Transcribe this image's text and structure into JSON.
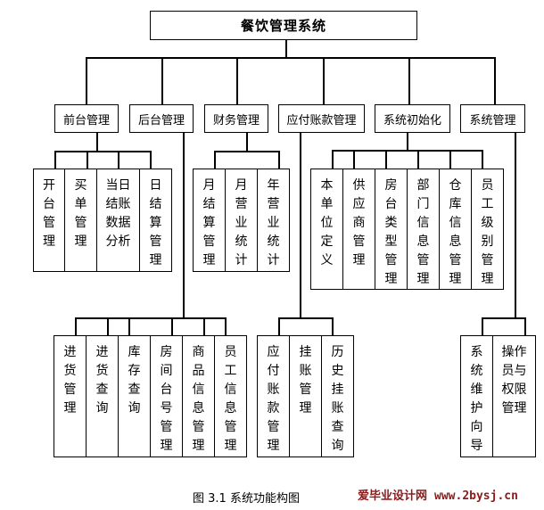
{
  "root": {
    "label": "餐饮管理系统"
  },
  "modules": [
    {
      "label": "前台管理",
      "children": [
        "开\n台\n管\n理",
        "买\n单\n管\n理",
        "当日\n结账\n数据\n分析",
        "日\n结\n算\n管\n理"
      ]
    },
    {
      "label": "后台管理",
      "children": [
        "进\n货\n管\n理",
        "进\n货\n查\n询",
        "库\n存\n查\n询",
        "房\n间\n台\n号\n管\n理",
        "商\n品\n信\n息\n管\n理",
        "员\n工\n信\n息\n管\n理"
      ]
    },
    {
      "label": "财务管理",
      "children": [
        "月\n结\n算\n管\n理",
        "月\n营\n业\n统\n计",
        "年\n营\n业\n统\n计"
      ]
    },
    {
      "label": "应付账款管理",
      "children": [
        "应\n付\n账\n款\n管\n理",
        "挂\n账\n管\n理",
        "历\n史\n挂\n账\n查\n询"
      ]
    },
    {
      "label": "系统初始化",
      "children": [
        "本\n单\n位\n定\n义",
        "供\n应\n商\n管\n理",
        "房\n台\n类\n型\n管\n理",
        "部\n门\n信\n息\n管\n理",
        "仓\n库\n信\n息\n管\n理",
        "员\n工\n级\n别\n管\n理"
      ]
    },
    {
      "label": "系统管理",
      "children": [
        "系\n统\n维\n护\n向\n导",
        "操作\n员与\n权限\n管理"
      ]
    }
  ],
  "caption": "图 3.1 系统功能构图",
  "watermark": {
    "site": "爱毕业设计网",
    "url": "www.2bysj.cn"
  }
}
